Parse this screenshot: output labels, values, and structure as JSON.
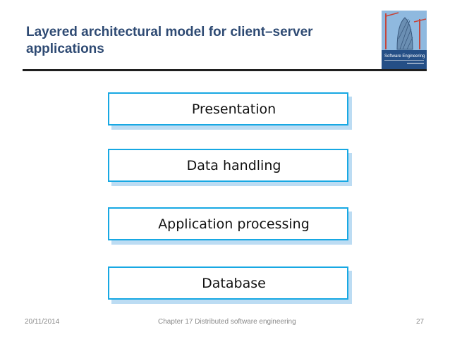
{
  "slide": {
    "title": "Layered architectural model for client–server applications"
  },
  "book_cover": {
    "icon": "book-cover-image",
    "title_text": "Software Engineering"
  },
  "layers": [
    {
      "label": "Presentation"
    },
    {
      "label": "Data handling"
    },
    {
      "label": "Application processing"
    },
    {
      "label": "Database"
    }
  ],
  "colors": {
    "title": "#2e4a73",
    "box_border": "#17a8e3",
    "box_shadow": "#bcdcf3"
  },
  "footer": {
    "date": "20/11/2014",
    "chapter": "Chapter 17 Distributed software engineering",
    "page": "27"
  }
}
